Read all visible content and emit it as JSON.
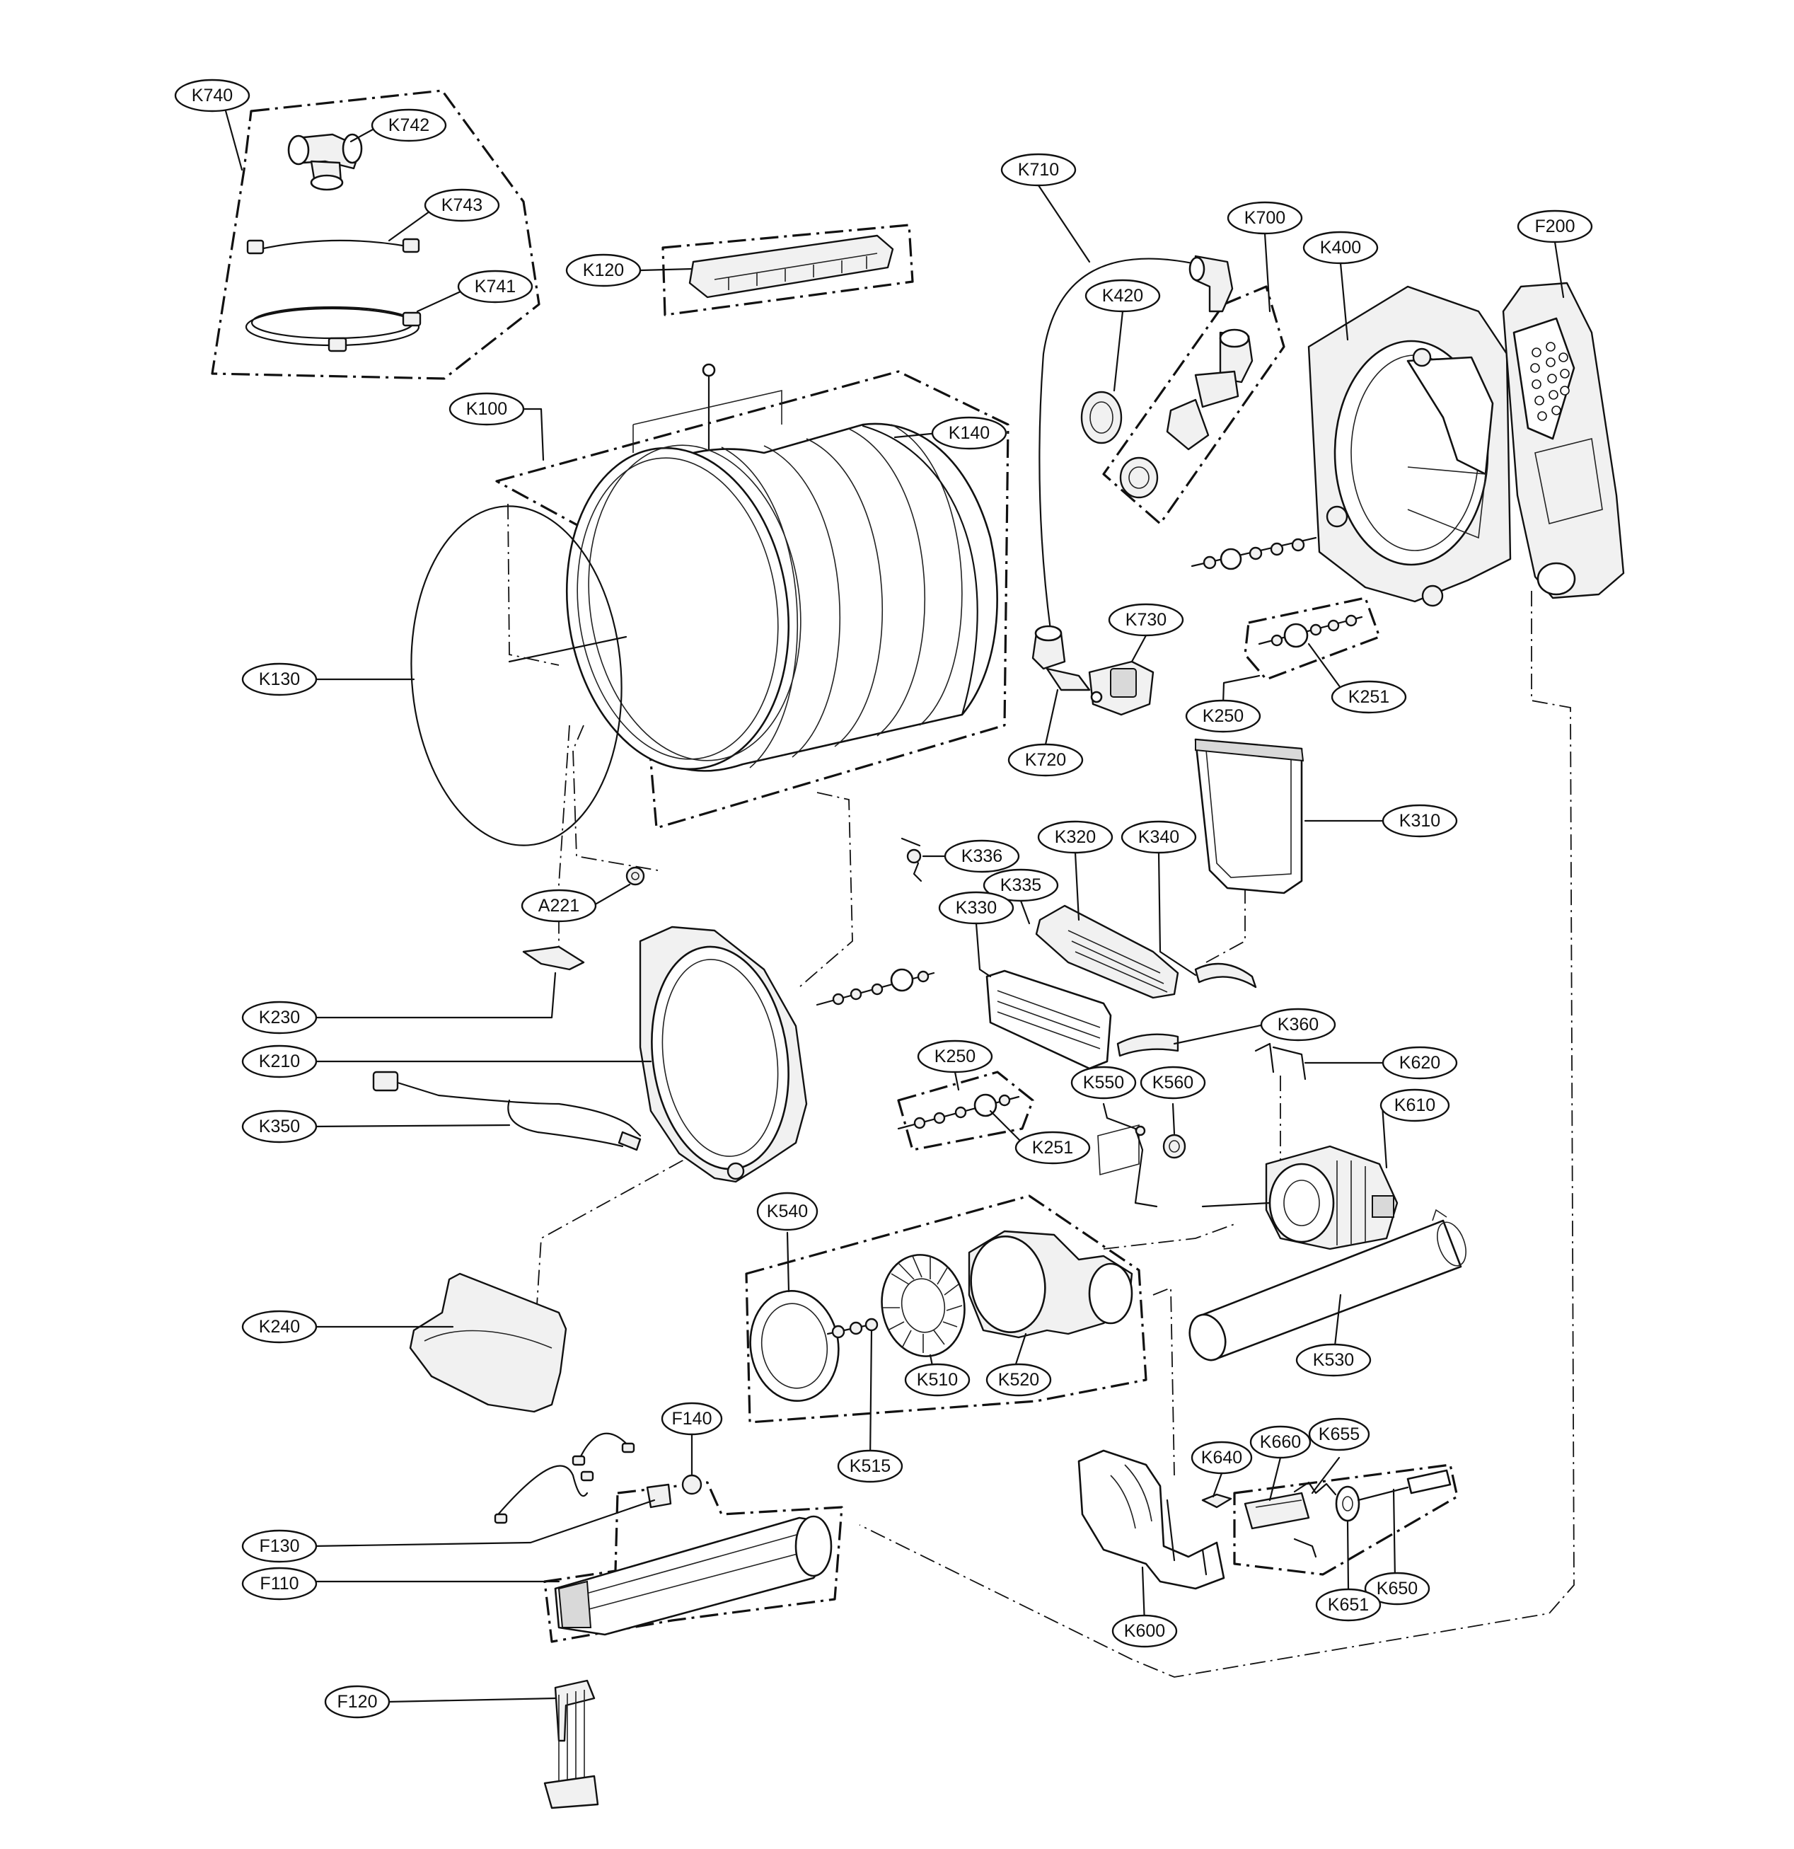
{
  "diagram": {
    "labels": {
      "K740": "K740",
      "K742": "K742",
      "K743": "K743",
      "K741": "K741",
      "K120": "K120",
      "K100": "K100",
      "K140": "K140",
      "K130": "K130",
      "K710": "K710",
      "K700": "K700",
      "K420": "K420",
      "K400": "K400",
      "F200": "F200",
      "K730": "K730",
      "K720": "K720",
      "K250a": "K250",
      "K251a": "K251",
      "K310": "K310",
      "K336": "K336",
      "K320": "K320",
      "K340": "K340",
      "K335": "K335",
      "K330": "K330",
      "A221": "A221",
      "K230": "K230",
      "K210": "K210",
      "K360": "K360",
      "K620": "K620",
      "K350": "K350",
      "K250b": "K250",
      "K251b": "K251",
      "K550": "K550",
      "K560": "K560",
      "K610": "K610",
      "K540": "K540",
      "K240": "K240",
      "K510": "K510",
      "K520": "K520",
      "K530": "K530",
      "K515": "K515",
      "F140": "F140",
      "F130": "F130",
      "F110": "F110",
      "F120": "F120",
      "K640": "K640",
      "K660": "K660",
      "K655": "K655",
      "K650": "K650",
      "K651": "K651",
      "K600": "K600"
    }
  }
}
